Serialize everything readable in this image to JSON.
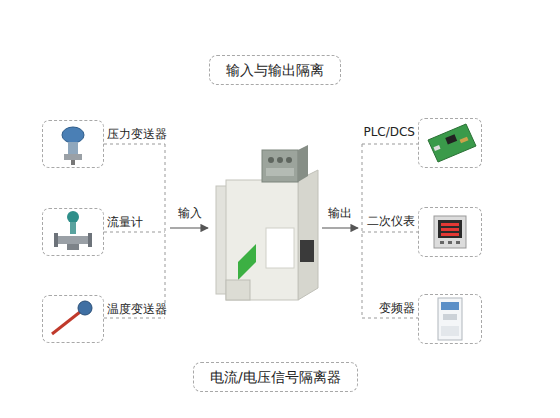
{
  "diagram": {
    "title": "输入与输出隔离",
    "caption": "电流/电压信号隔离器",
    "nodes": [
      {
        "text": [
          "压力变送器"
        ]
      },
      {
        "text": [
          "流量计"
        ]
      },
      {
        "text": [
          "温度变送器"
        ]
      },
      {
        "text": [
          "PLC/DCS"
        ]
      },
      {
        "text": [
          "二次仪表"
        ]
      },
      {
        "text": [
          "变频器"
        ]
      }
    ],
    "labels": [
      "输入",
      "输出"
    ]
  }
}
